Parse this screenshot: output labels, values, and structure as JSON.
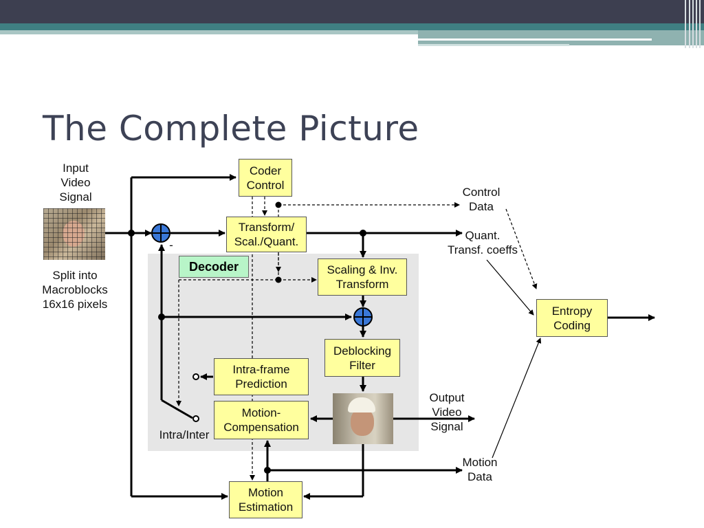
{
  "title": "The Complete Picture",
  "labels": {
    "input": "Input\nVideo\nSignal",
    "split": "Split into\nMacroblocks\n16x16 pixels",
    "control_data": "Control\nData",
    "quant": "Quant.\nTransf. coeffs",
    "output": "Output\nVideo\nSignal",
    "motion_data": "Motion\nData",
    "intra_inter": "Intra/Inter",
    "minus": "-"
  },
  "decoder_label": "Decoder",
  "boxes": {
    "coder_control": "Coder\nControl",
    "transform": "Transform/\nScal./Quant.",
    "scaling": "Scaling & Inv.\nTransform",
    "deblocking": "Deblocking\nFilter",
    "intra": "Intra-frame\nPrediction",
    "motion_comp": "Motion-\nCompensation",
    "motion_est": "Motion\nEstimation",
    "entropy": "Entropy\nCoding"
  },
  "icons": {
    "adder": "summing-junction-icon",
    "input_image": "input-video-frame-image",
    "output_image": "output-video-frame-image"
  },
  "colors": {
    "box_fill": "#ffff9e",
    "decoder_fill": "#b8f5c8",
    "decoder_region": "#e6e6e6",
    "adder_fill": "#3a78d8",
    "header_bar": "#3d3f50",
    "accent_teal": "#3f7f82"
  }
}
